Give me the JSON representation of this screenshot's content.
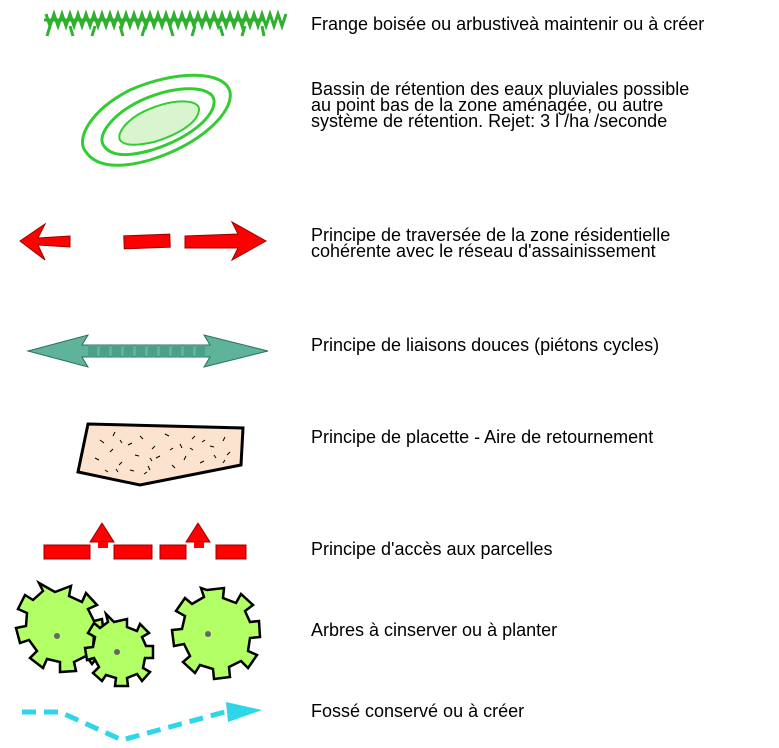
{
  "legend": {
    "items": [
      {
        "id": "lisiere",
        "icon": "hedge-icon",
        "label": "Frange boisée ou arbustiveà maintenir ou à créer"
      },
      {
        "id": "bassin",
        "icon": "retention-basin-icon",
        "label": "Bassin de rétention des eaux pluviales possible\nau point bas de la zone aménagée, ou autre\nsystème de rétention. Rejet: 3 l /ha /seconde"
      },
      {
        "id": "traversee",
        "icon": "red-double-arrow-icon",
        "label": "Principe de traversée de la zone résidentielle\ncohérente avec le réseau d'assainissement"
      },
      {
        "id": "liaisons",
        "icon": "green-double-arrow-icon",
        "label": "Principe de liaisons douces (piétons cycles)"
      },
      {
        "id": "placette",
        "icon": "placette-icon",
        "label": "Principe de placette - Aire de retournement"
      },
      {
        "id": "acces",
        "icon": "access-triangles-icon",
        "label": "Principe d'accès aux parcelles"
      },
      {
        "id": "arbres",
        "icon": "trees-icon",
        "label": "Arbres à cinserver ou à planter"
      },
      {
        "id": "fosse",
        "icon": "ditch-arrow-icon",
        "label": "Fossé conservé ou à créer"
      }
    ]
  },
  "colors": {
    "hedge": "#2fb02f",
    "basin": "#33cc33",
    "red": "#ff0000",
    "green_arrow": "#5fb39a",
    "placette_fill": "#fbe3cf",
    "tree_fill": "#b3ff66",
    "ditch": "#2fd6e8"
  }
}
